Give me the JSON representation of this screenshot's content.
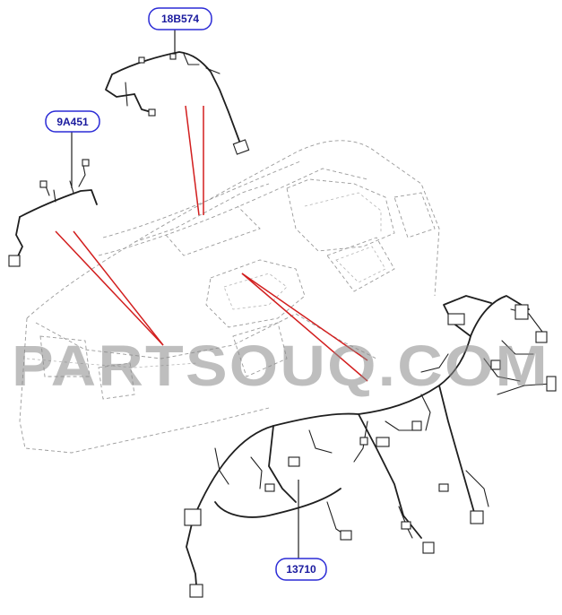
{
  "callouts": [
    {
      "id": "harness-top",
      "label": "18B574"
    },
    {
      "id": "harness-left",
      "label": "9A451"
    },
    {
      "id": "harness-main",
      "label": "13710"
    }
  ],
  "watermark": {
    "text": "PARTSOUQ.COM"
  },
  "colors": {
    "callout_border": "#2b2bd6",
    "callout_text": "#1a1a9e",
    "leader_red": "#d21e1e",
    "outline": "#9a9a9a",
    "wire": "#1f1f1f",
    "watermark": "#8a8a8a"
  }
}
